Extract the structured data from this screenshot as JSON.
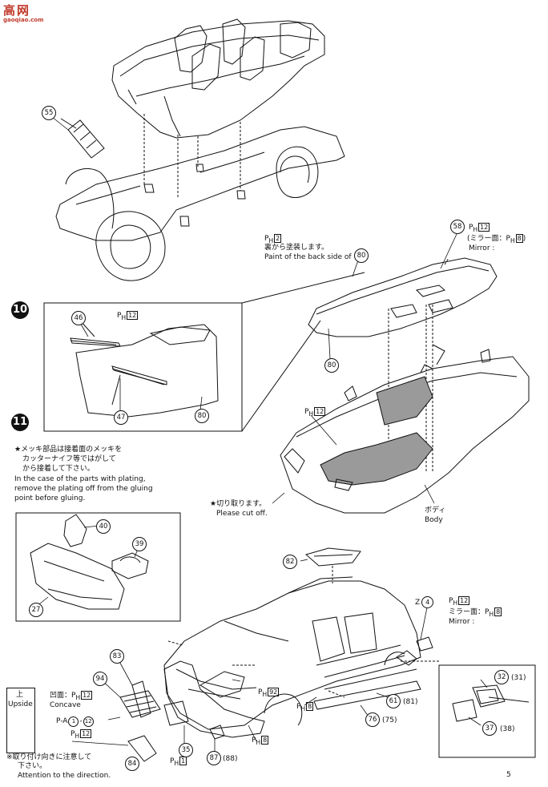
{
  "watermark": {
    "chars": "高网",
    "site": "gaoqiao.com"
  },
  "steps": {
    "step10": "10",
    "step11": "11"
  },
  "top_section": {
    "part_55": "55",
    "paint_note": {
      "code": "P",
      "sub": "H",
      "box": "2",
      "jp": "裏から塗装します。",
      "en_prefix": "Paint of the back side of",
      "part": "80"
    },
    "part_58": "58",
    "mirror_note": {
      "code": "P",
      "sub": "H",
      "box": "12",
      "jp_prefix": "(ミラー面：",
      "code2": "P",
      "sub2": "H",
      "box2": "8",
      "jp_suffix": ")",
      "en": "Mirror :"
    },
    "part_80_body": "80"
  },
  "step10_inset": {
    "part_46": "46",
    "code": {
      "code": "P",
      "sub": "H",
      "box": "12"
    },
    "part_47": "47",
    "part_80": "80"
  },
  "step11": {
    "plating_note": {
      "jp1": "★メッキ部品は接着面のメッキを",
      "jp2": "カッターナイフ等ではがして",
      "jp3": "から接着して下さい。",
      "en1": "In the case of the parts with plating,",
      "en2": "remove the plating off from the gluing",
      "en3": "point before gluing."
    },
    "body_code": {
      "code": "P",
      "sub": "H",
      "box": "12"
    },
    "cut_note": {
      "jp": "★切り取ります。",
      "en": "Please cut off."
    },
    "body_label": {
      "jp": "ボディ",
      "en": "Body"
    }
  },
  "bumper_inset": {
    "part_40": "40",
    "part_39": "39",
    "part_27": "27"
  },
  "lower_section": {
    "part_82": "82",
    "part_4": {
      "prefix": "Z",
      "num": "4"
    },
    "mirror_note": {
      "code": "P",
      "sub": "H",
      "box": "12",
      "jp_prefix": "ミラー面：",
      "code2": "P",
      "sub2": "H",
      "box2": "8",
      "en": "Mirror :"
    },
    "part_83": "83",
    "part_94": "94",
    "concave_note": {
      "jp": "凹面：",
      "code": "P",
      "sub": "H",
      "box": "12",
      "en": "Concave"
    },
    "pa_note": {
      "prefix": "P-A",
      "n1": "1",
      "dash": "-",
      "n2": "12"
    },
    "code_12": {
      "code": "P",
      "sub": "H",
      "box": "12"
    },
    "code_92": {
      "code": "P",
      "sub": "H",
      "box": "92"
    },
    "code_8a": {
      "code": "P",
      "sub": "H",
      "box": "8"
    },
    "code_8b": {
      "code": "P",
      "sub": "H",
      "box": "8"
    },
    "code_1": {
      "code": "P",
      "sub": "H",
      "box": "1"
    },
    "part_35": "35",
    "part_84": "84",
    "part_87": "87",
    "part_88": "88",
    "part_61": "61",
    "part_81": "81",
    "part_76": "76",
    "part_75": "75"
  },
  "mirror_inset": {
    "part_32": "32",
    "part_31": "31",
    "part_37": "37",
    "part_38": "38"
  },
  "upside_box": {
    "jp": "上",
    "en": "Upside"
  },
  "direction_note": {
    "jp1": "※取り付け向きに注意して",
    "jp2": "下さい。",
    "en": "Attention to the direction."
  },
  "page_mark": "5",
  "colors": {
    "line": "#111111",
    "fill_gray": "#9a9a9a",
    "light_gray": "#e6e6e6",
    "watermark_red": "#c0392b"
  }
}
